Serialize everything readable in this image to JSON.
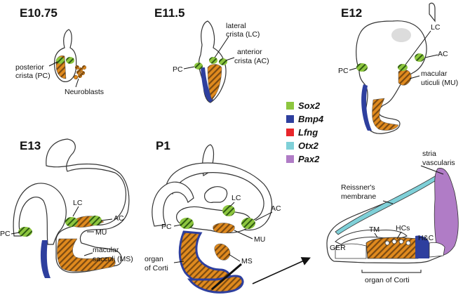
{
  "stages": {
    "e1075": "E10.75",
    "e115": "E11.5",
    "e12": "E12",
    "e13": "E13",
    "p1": "P1"
  },
  "labels": {
    "posterior_crista": [
      "posterior",
      "crista (PC)"
    ],
    "neuroblasts": "Neuroblasts",
    "lateral_crista": [
      "lateral",
      "crista (LC)"
    ],
    "anterior_crista": [
      "anterior",
      "crista (AC)"
    ],
    "pc": "PC",
    "lc": "LC",
    "ac": "AC",
    "mu": "MU",
    "ms": "MS",
    "macular_utriculi": [
      "macular",
      "uticuli (MU)"
    ],
    "macular_sacculi": [
      "macular",
      "sacculi (MS)"
    ],
    "organ_of_corti_left": [
      "organ",
      "of Corti"
    ],
    "stria_vascularis": [
      "stria",
      "vascularis"
    ],
    "reissners_membrane": [
      "Reissner's",
      "membrane"
    ],
    "tm": "TM",
    "hcs": "HCs",
    "hc_label": "H&C",
    "ger": "GER",
    "organ_of_corti_right": "organ of Corti"
  },
  "legend": [
    {
      "name": "Sox2",
      "color": "#8dc63f"
    },
    {
      "name": "Bmp4",
      "color": "#2e3f9e"
    },
    {
      "name": "Lfng",
      "color": "#e8262b"
    },
    {
      "name": "Otx2",
      "color": "#7fd0d8"
    },
    {
      "name": "Pax2",
      "color": "#b07cc6"
    }
  ],
  "colors": {
    "sox2": "#8dc63f",
    "bmp4": "#2e3f9e",
    "lfng": "#e8262b",
    "otx2": "#7fd0d8",
    "pax2": "#b07cc6",
    "hatch_base": "#e08a1e"
  }
}
